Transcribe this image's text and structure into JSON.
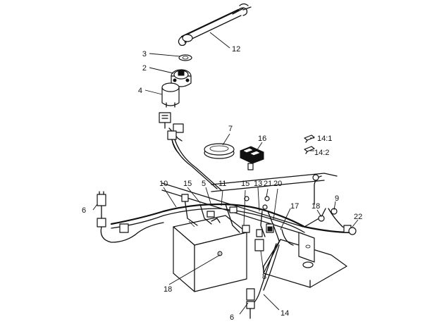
{
  "callouts": {
    "c2": "2",
    "c3": "3",
    "c4": "4",
    "c5": "5",
    "c6a": "6",
    "c6b": "6",
    "c7": "7",
    "c8": "8",
    "c9": "9",
    "c10": "10",
    "c11": "11",
    "c12": "12",
    "c13": "13",
    "c14": "14",
    "c14_1": "14:1",
    "c14_2": "14:2",
    "c15a": "15",
    "c15b": "15",
    "c16": "16",
    "c17": "17",
    "c18a": "18",
    "c18b": "18",
    "c20": "20",
    "c21": "21",
    "c22": "22"
  },
  "colors": {
    "ink": "#111111",
    "background": "#ffffff",
    "shade": "#cfcfcf"
  }
}
